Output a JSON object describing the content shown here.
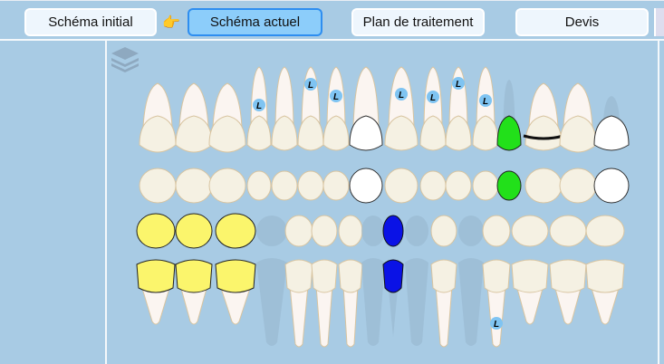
{
  "toolbar": {
    "buttons": [
      {
        "label": "Schéma initial",
        "active": false
      },
      {
        "label": "Schéma actuel",
        "active": true
      },
      {
        "label": "Plan de traitement",
        "active": false
      },
      {
        "label": "Devis",
        "active": false
      }
    ],
    "pointer_icon": "hand-pointing-right-icon"
  },
  "layers_icon": "layers-icon",
  "colors": {
    "crown_white": "#ffffff",
    "green": "#22e01a",
    "yellow": "#fbf56c",
    "blue": "#0a12e6",
    "badge": "#7fc4f2",
    "tooth": "#f5f1e3",
    "root": "#fbf5f1",
    "ghost": "#97b7cf"
  },
  "badge_label": "L",
  "teeth": {
    "upper": [
      "normal",
      "normal",
      "normal",
      "badge",
      "normal",
      "badge",
      "badge",
      "crown-white",
      "badge",
      "badge",
      "badge",
      "badge",
      "green-no-root",
      "bridge-bar",
      "normal",
      "white-no-root"
    ],
    "lower": [
      "yellow",
      "yellow",
      "yellow",
      "missing",
      "normal",
      "normal",
      "normal",
      "missing",
      "blue",
      "missing",
      "normal",
      "missing",
      "badge",
      "normal",
      "normal",
      "normal"
    ]
  }
}
